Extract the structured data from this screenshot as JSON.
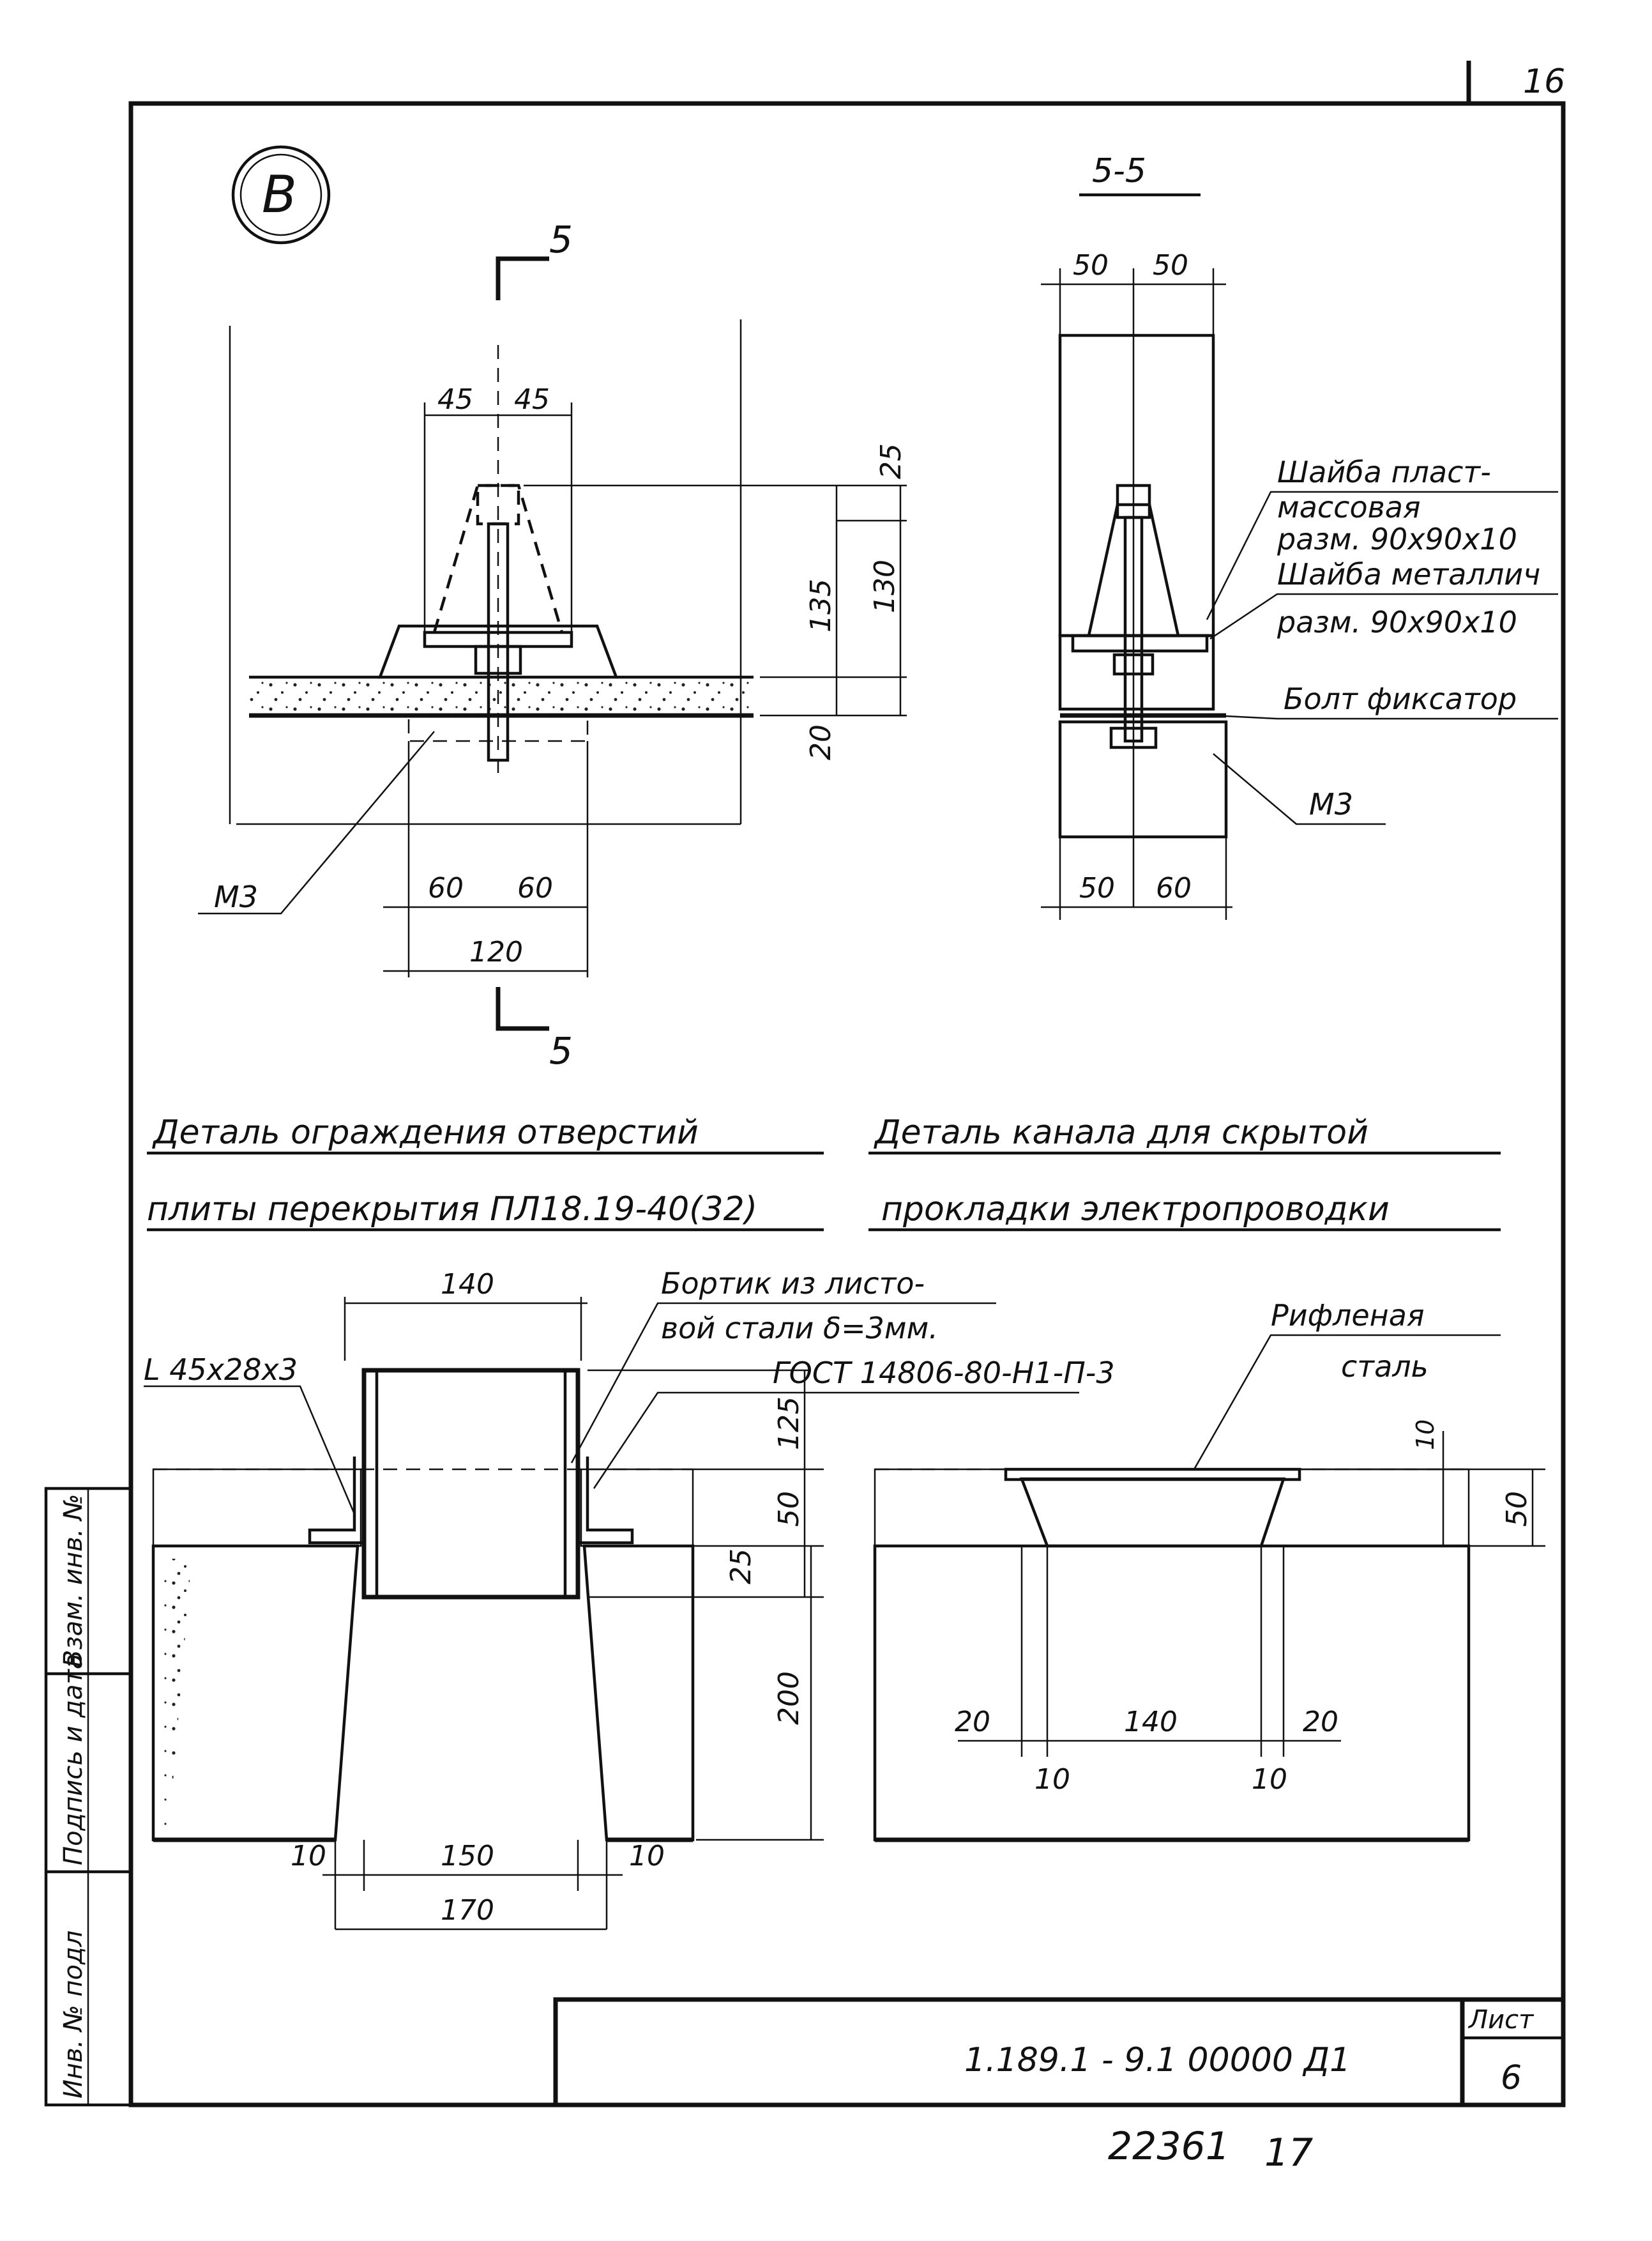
{
  "sheet": {
    "page_number": "16",
    "doc_code": "1.189.1 - 9.1 00000 Д1",
    "sheet_label": "Лист",
    "sheet_no": "6",
    "bottom_stamp": "22361",
    "bottom_stamp2": "17",
    "side_stamp": {
      "col1": "Инв. № подл",
      "col2": "Подпись и дата",
      "col3": "Взам. инв. №"
    }
  },
  "detail_b": {
    "marker": "В",
    "section_mark": "5",
    "dims": {
      "top_left": "45",
      "top_right": "45",
      "h25": "25",
      "h130": "130",
      "h135": "135",
      "h20": "20",
      "b60a": "60",
      "b60b": "60",
      "b120": "120"
    },
    "m3": "М3",
    "caption_line1": "Деталь ограждения отверстий",
    "caption_line2": "плиты перекрытия ПЛ18.19-40(32)"
  },
  "section_55": {
    "title": "5-5",
    "dims": {
      "t50a": "50",
      "t50b": "50",
      "b50": "50",
      "b60": "60"
    },
    "washer_plastic_l1": "Шайба пласт-",
    "washer_plastic_l2": "массовая",
    "washer_plastic_l3": "разм. 90x90x10",
    "washer_metal_l1": "Шайба металлич",
    "washer_metal_l2": "разм. 90x90x10",
    "bolt": "Болт фиксатор",
    "m3": "М3"
  },
  "detail_channel": {
    "caption_line1": "Деталь канала для скрытой",
    "caption_line2": "прокладки электропроводки",
    "ribbed_l1": "Рифленая",
    "ribbed_l2": "сталь",
    "dims": {
      "d10top": "10",
      "d50": "50",
      "d20l": "20",
      "d140": "140",
      "d20r": "20",
      "d10l": "10",
      "d10r": "10"
    }
  },
  "detail_opening": {
    "angle_label": "L 45x28x3",
    "board_l1": "Бортик из листо-",
    "board_l2": "вой стали δ=3мм.",
    "gost": "ГОСТ 14806-80-Н1-П-3",
    "dims": {
      "top140": "140",
      "v125": "125",
      "v50": "50",
      "v25": "25",
      "v200": "200",
      "b10l": "10",
      "b150": "150",
      "b10r": "10",
      "b170": "170"
    }
  }
}
